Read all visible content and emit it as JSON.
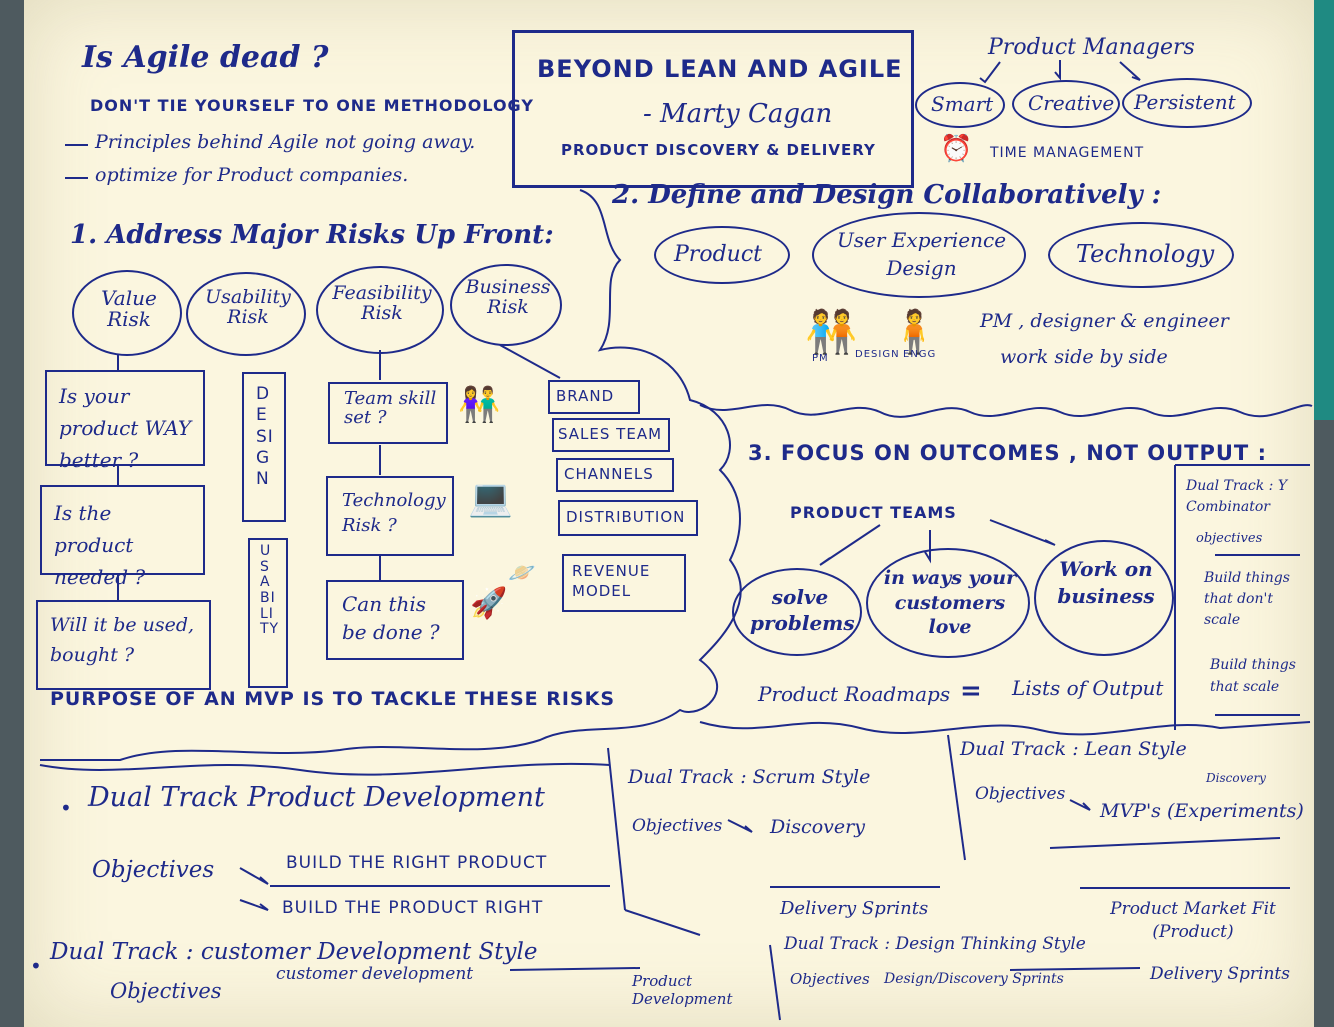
{
  "title_box": {
    "title": "BEYOND LEAN AND AGILE",
    "author": "- Marty Cagan",
    "subtitle": "PRODUCT DISCOVERY & DELIVERY"
  },
  "intro": {
    "question": "Is Agile dead ?",
    "line1": "DON'T TIE YOURSELF TO ONE METHODOLOGY",
    "bullet1": "Principles behind Agile not going away.",
    "bullet2": "optimize for Product companies."
  },
  "pm": {
    "title": "Product Managers",
    "traits": [
      "Smart",
      "Creative",
      "Persistent"
    ],
    "time": "TIME MANAGEMENT"
  },
  "section1": {
    "heading": "1. Address Major Risks Up Front:",
    "risks": [
      "Value Risk",
      "Usability Risk",
      "Feasibility Risk",
      "Business Risk"
    ],
    "value_questions": [
      "Is your product WAY better ?",
      "Is the product needed ?",
      "Will it be used, bought ?"
    ],
    "design_vertical": "DESIGN",
    "usability_vertical": "USABILITY",
    "feasibility_questions": [
      "Team skill set ?",
      "Technology Risk ?",
      "Can this be done ?"
    ],
    "business_items": [
      "BRAND",
      "SALES TEAM",
      "CHANNELS",
      "DISTRIBUTION",
      "REVENUE MODEL"
    ],
    "mvp": "PURPOSE OF AN MVP IS TO TACKLE THESE RISKS"
  },
  "section2": {
    "heading": "2. Define and Design Collaboratively :",
    "items": [
      "Product",
      "User Experience Design",
      "Technology"
    ],
    "people_labels": [
      "PM",
      "DESIGN",
      "ENGG"
    ],
    "caption_line1": "PM , designer & engineer",
    "caption_line2": "work side by side"
  },
  "section3": {
    "heading": "3. FOCUS ON OUTCOMES , NOT OUTPUT :",
    "teams": "PRODUCT TEAMS",
    "bubbles": [
      "solve problems",
      "in ways your customers love",
      "Work on business"
    ],
    "roadmap_left": "Product Roadmaps",
    "equals": "=",
    "roadmap_right": "Lists of Output"
  },
  "yc": {
    "title": "Dual Track : Y Combinator",
    "objectives": "objectives",
    "build1": "Build things that don't scale",
    "build2": "Build things that scale"
  },
  "dual_track": {
    "title": "Dual Track Product Development",
    "objectives": "Objectives",
    "track1": "BUILD THE RIGHT PRODUCT",
    "track2": "BUILD THE PRODUCT RIGHT"
  },
  "scrum": {
    "title": "Dual Track : Scrum Style",
    "objectives": "Objectives",
    "discovery": "Discovery",
    "delivery": "Delivery Sprints"
  },
  "lean": {
    "title": "Dual Track : Lean Style",
    "objectives": "Objectives",
    "discovery": "Discovery",
    "mvps": "MVP's (Experiments)",
    "fit": "Product Market Fit (Product)"
  },
  "customer": {
    "title": "Dual Track : customer Development Style",
    "objectives": "Objectives",
    "dev": "customer development",
    "product": "Product Development"
  },
  "design_thinking": {
    "title": "Dual Track : Design Thinking Style",
    "objectives": "Objectives",
    "sprints": "Design/Discovery Sprints",
    "delivery": "Delivery Sprints"
  },
  "colors": {
    "paper": "#fbf6df",
    "ink": "#1e2a8a",
    "background": "#4e5a5f",
    "teal": "#1f8a82"
  }
}
